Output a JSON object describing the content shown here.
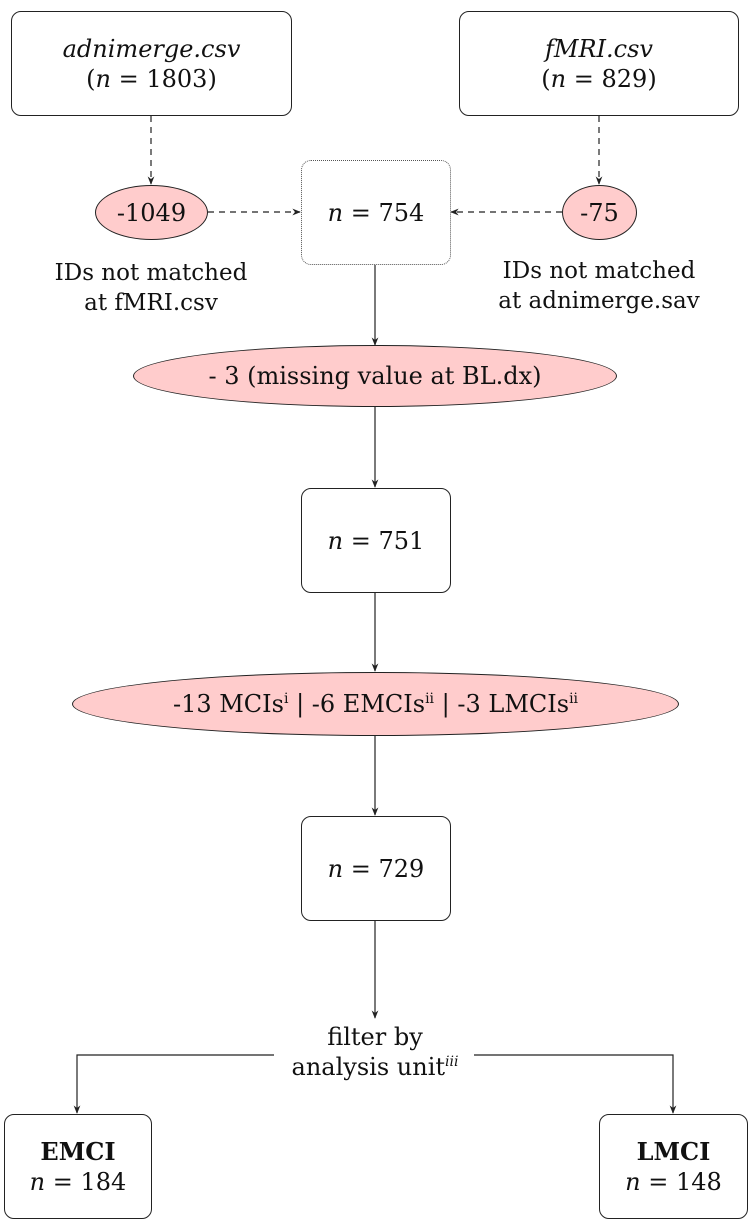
{
  "source_left": {
    "name": "adnimerge.csv",
    "n_prefix": "(",
    "n_var": "n",
    "n_eq": " = ",
    "n_value": "1803",
    "n_suffix": ")"
  },
  "source_right": {
    "name": "fMRI.csv",
    "n_prefix": "(",
    "n_var": "n",
    "n_eq": " = ",
    "n_value": "829",
    "n_suffix": ")"
  },
  "exclusion_left": {
    "label": "-1049",
    "note_line1": "IDs not matched",
    "note_line2": "at fMRI.csv"
  },
  "exclusion_right": {
    "label": "-75",
    "note_line1": "IDs not matched",
    "note_line2": "at adnimerge.sav"
  },
  "merged": {
    "n_var": "n",
    "n_eq": " = ",
    "n_value": "754"
  },
  "exclusion_missing": {
    "label": "- 3 (missing value at BL.dx)"
  },
  "after_missing": {
    "n_var": "n",
    "n_eq": " = ",
    "n_value": "751"
  },
  "exclusion_mci": {
    "part1": "-13 MCIs",
    "sup1": "i",
    "sep1": " | ",
    "part2": "-6 EMCIs",
    "sup2": "ii",
    "sep2": " | ",
    "part3": "-3 LMCIs",
    "sup3": "ii"
  },
  "after_mci": {
    "n_var": "n",
    "n_eq": " = ",
    "n_value": "729"
  },
  "filter": {
    "line1": "filter by",
    "line2": "analysis unit",
    "sup": "iii"
  },
  "group_emci": {
    "label": "EMCI",
    "n_var": "n",
    "n_eq": " = ",
    "n_value": "184"
  },
  "group_lmci": {
    "label": "LMCI",
    "n_var": "n",
    "n_eq": " = ",
    "n_value": "148"
  },
  "colors": {
    "exclusion_fill": "#ffcccc",
    "stroke": "#222222"
  }
}
